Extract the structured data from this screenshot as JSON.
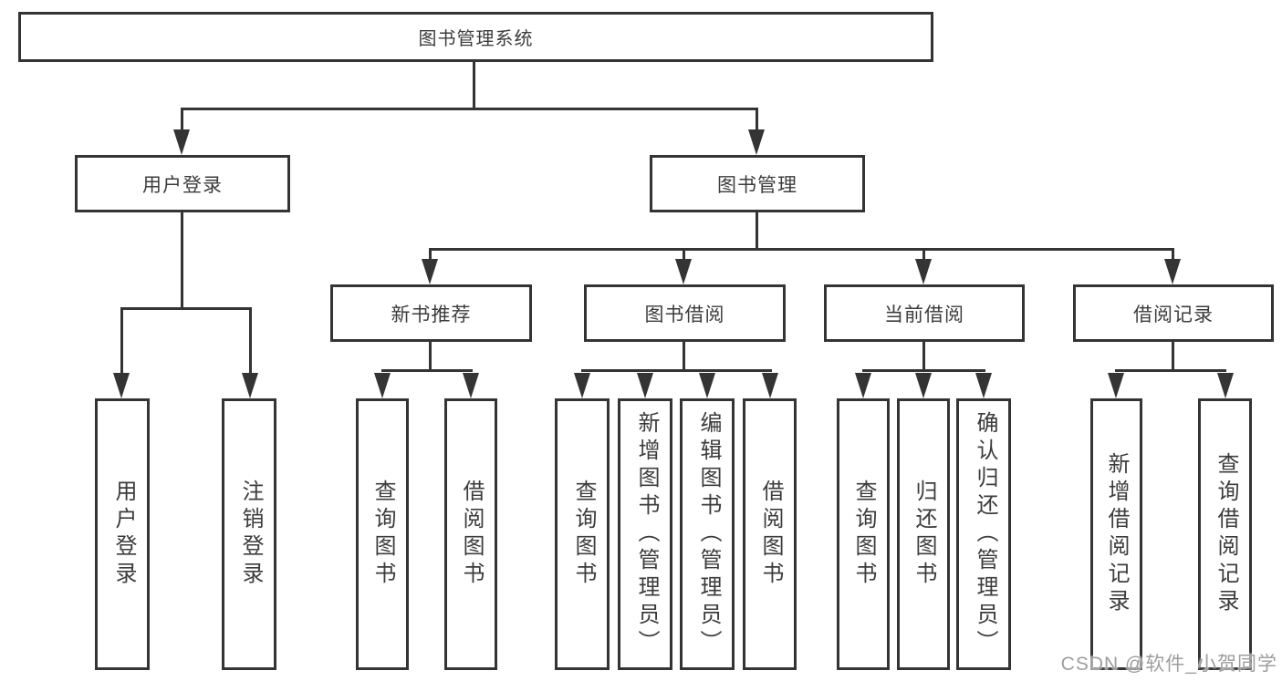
{
  "colors": {
    "line": "#343434",
    "text": "#3c3c3c",
    "watermark": "#9e9e9e",
    "background": "#ffffff"
  },
  "watermark": {
    "text": "CSDN @软件_小贺同学"
  },
  "tree": {
    "root": {
      "label": "图书管理系统",
      "children": [
        {
          "label": "用户登录",
          "children": [
            {
              "label": "用户登录"
            },
            {
              "label": "注销登录"
            }
          ]
        },
        {
          "label": "图书管理",
          "children": [
            {
              "label": "新书推荐",
              "children": [
                {
                  "label": "查询图书"
                },
                {
                  "label": "借阅图书"
                }
              ]
            },
            {
              "label": "图书借阅",
              "children": [
                {
                  "label": "查询图书"
                },
                {
                  "label": "新增图书（管理员）"
                },
                {
                  "label": "编辑图书（管理员）"
                },
                {
                  "label": "借阅图书"
                }
              ]
            },
            {
              "label": "当前借阅",
              "children": [
                {
                  "label": "查询图书"
                },
                {
                  "label": "归还图书"
                },
                {
                  "label": "确认归还（管理员）"
                }
              ]
            },
            {
              "label": "借阅记录",
              "children": [
                {
                  "label": "新增借阅记录"
                },
                {
                  "label": "查询借阅记录"
                }
              ]
            }
          ]
        }
      ]
    }
  }
}
